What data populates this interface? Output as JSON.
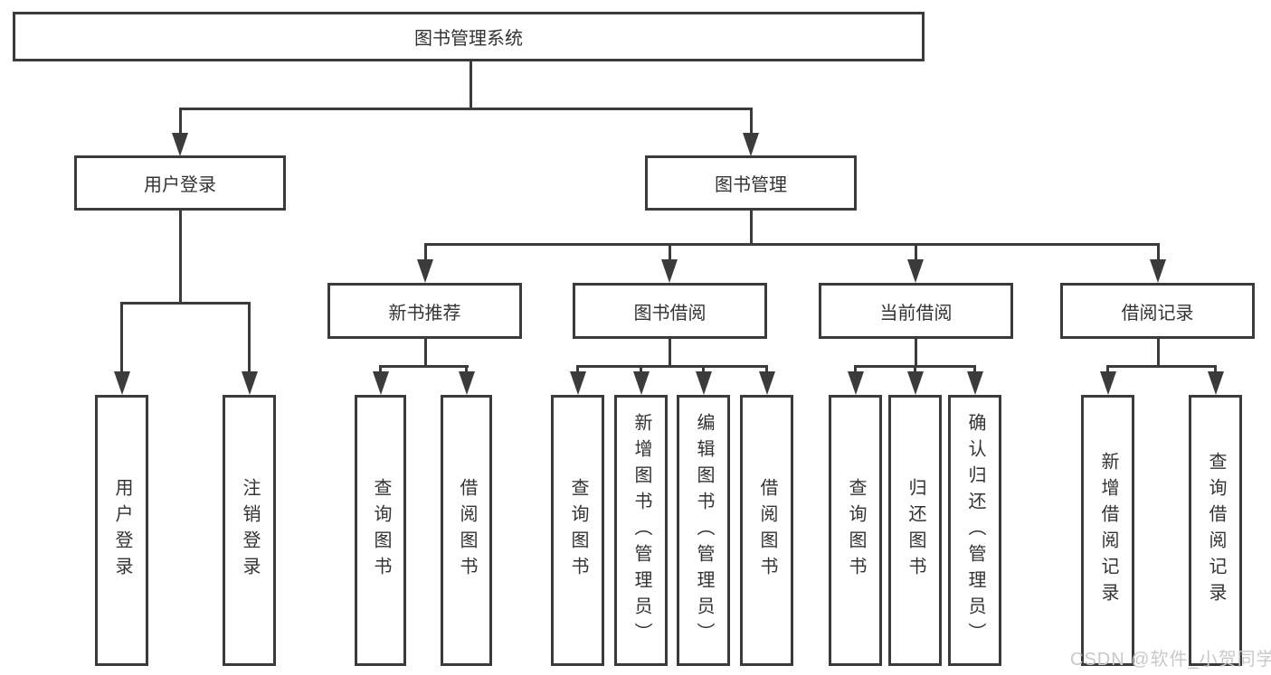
{
  "tree": {
    "root": {
      "label": "图书管理系统",
      "children": [
        {
          "label": "用户登录",
          "children": [
            {
              "label": "用户登录"
            },
            {
              "label": "注销登录"
            }
          ]
        },
        {
          "label": "图书管理",
          "children": [
            {
              "label": "新书推荐",
              "children": [
                {
                  "label": "查询图书"
                },
                {
                  "label": "借阅图书"
                }
              ]
            },
            {
              "label": "图书借阅",
              "children": [
                {
                  "label": "查询图书"
                },
                {
                  "label": "新增图书（管理员）"
                },
                {
                  "label": "编辑图书（管理员）"
                },
                {
                  "label": "借阅图书"
                }
              ]
            },
            {
              "label": "当前借阅",
              "children": [
                {
                  "label": "查询图书"
                },
                {
                  "label": "归还图书"
                },
                {
                  "label": "确认归还（管理员）"
                }
              ]
            },
            {
              "label": "借阅记录",
              "children": [
                {
                  "label": "新增借阅记录"
                },
                {
                  "label": "查询借阅记录"
                }
              ]
            }
          ]
        }
      ]
    }
  },
  "watermark": "CSDN @软件_小贺同学",
  "colors": {
    "line": "#3b3b3b",
    "text": "#333333",
    "background": "#ffffff",
    "watermark": "#c9c9c9"
  }
}
